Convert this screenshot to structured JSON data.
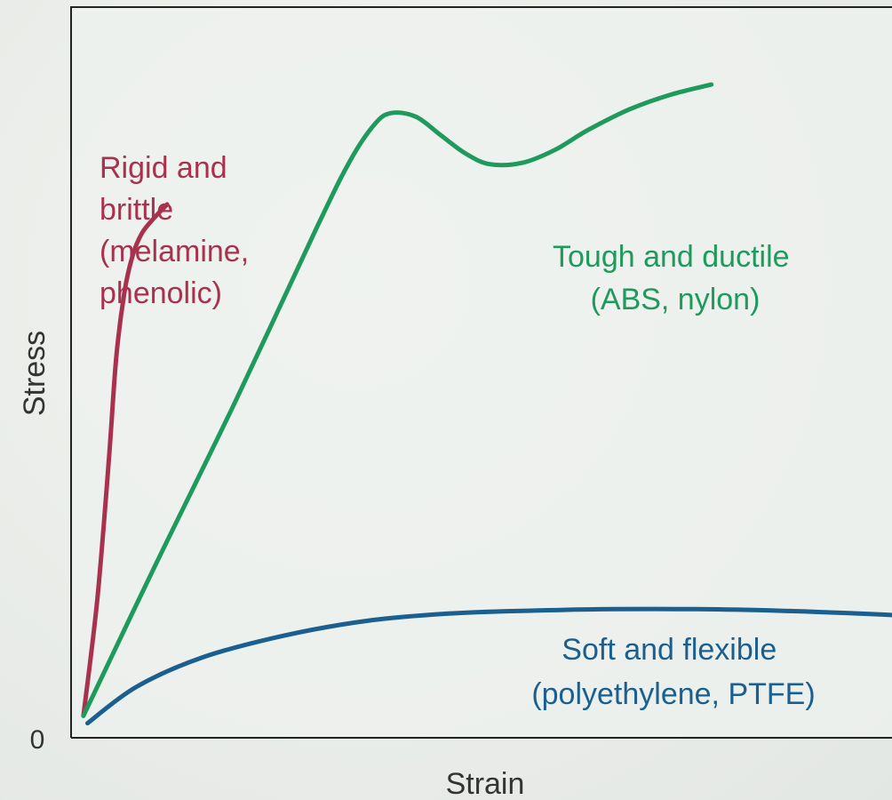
{
  "chart_data": {
    "type": "line",
    "xlabel": "Strain",
    "ylabel": "Stress",
    "origin_label": "0",
    "xlim": [
      0,
      100
    ],
    "ylim": [
      0,
      100
    ],
    "grid": false,
    "series": [
      {
        "key": "rigid",
        "color": "#a8324e",
        "x": [
          1.5,
          3.2,
          4.6,
          5.5,
          6.5,
          7.5,
          8.6,
          10.0,
          11.7
        ],
        "y": [
          3,
          19,
          38,
          52,
          61,
          66,
          69,
          71,
          73
        ],
        "annotation_lines": [
          "Rigid and",
          "brittle",
          "(melamine,",
          "phenolic)"
        ]
      },
      {
        "key": "tough",
        "color": "#1e9a5c",
        "x": [
          1.5,
          10,
          20,
          30,
          34,
          37,
          39,
          42,
          45,
          48,
          51,
          55,
          59,
          63,
          68,
          73,
          78
        ],
        "y": [
          3,
          23,
          46,
          70,
          79,
          84,
          85.5,
          85,
          82.5,
          80,
          78.5,
          78.7,
          80.5,
          83.2,
          86,
          88,
          89.4
        ],
        "annotation_lines": [
          "Tough and ductile",
          "(ABS, nylon)"
        ]
      },
      {
        "key": "soft",
        "color": "#1a5f8f",
        "x": [
          2,
          8,
          16,
          26,
          36,
          46,
          56,
          66,
          76,
          86,
          96,
          100
        ],
        "y": [
          2,
          7,
          11,
          14,
          16,
          17,
          17.4,
          17.6,
          17.6,
          17.4,
          17,
          16.8
        ],
        "annotation_lines": [
          "Soft and flexible",
          "(polyethylene, PTFE)"
        ]
      }
    ]
  }
}
